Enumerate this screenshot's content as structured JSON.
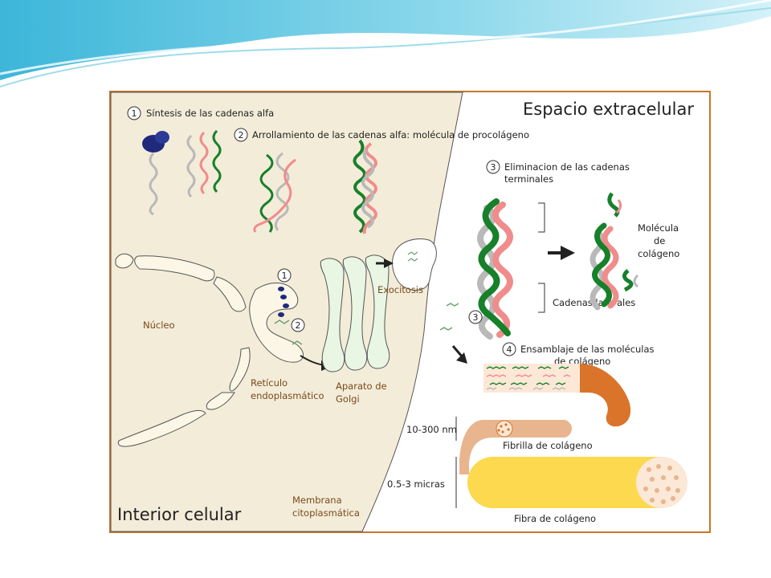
{
  "colors": {
    "frame": "#c8762a",
    "cytoplasm": "#f3ecd9",
    "organelle": "#fbf6e6",
    "golgi": "#e9f6e4",
    "chain_green": "#17802a",
    "chain_pink": "#f08c8c",
    "chain_gray": "#b9b9b9",
    "ribosome": "#1f2a7a",
    "fiber": "#fcd94e",
    "fibril": "#e8b58f",
    "microfibril": "#d9742a",
    "slide_wave": "#38b6d8"
  },
  "regions": {
    "interior": "Interior celular",
    "exterior": "Espacio extracelular"
  },
  "steps": {
    "s1": {
      "number": "1",
      "label": "Síntesis de las cadenas alfa"
    },
    "s2": {
      "number": "2",
      "label": "Arrollamiento de las cadenas alfa: molécula de procolágeno"
    },
    "s3": {
      "number": "3",
      "line1": "Eliminacion de las cadenas",
      "line2": "terminales"
    },
    "s4": {
      "number": "4",
      "line1": "Ensamblaje de las moléculas",
      "line2": "de colágeno"
    }
  },
  "labels": {
    "nucleo": "Núcleo",
    "reticulo_1": "Retículo",
    "reticulo_2": "endoplasmático",
    "golgi_1": "Aparato de",
    "golgi_2": "Golgi",
    "exocitosis": "Exocitosis",
    "membrana_1": "Membrana",
    "membrana_2": "citoplasmática",
    "molecula_1": "Molécula",
    "molecula_2": "de",
    "molecula_3": "colágeno",
    "cadenas_laterales": "Cadenas laterales",
    "fibrilla": "Fibrilla de colágeno",
    "fibra": "Fibra de colágeno",
    "fibrilla_size": "10-300 nm",
    "fibra_size": "0.5-3 micras"
  },
  "markers": {
    "m1": "1",
    "m2": "2",
    "m3": "3"
  },
  "icons": [
    "arrow-right-icon",
    "arrow-down-right-icon",
    "ribosome-icon"
  ]
}
